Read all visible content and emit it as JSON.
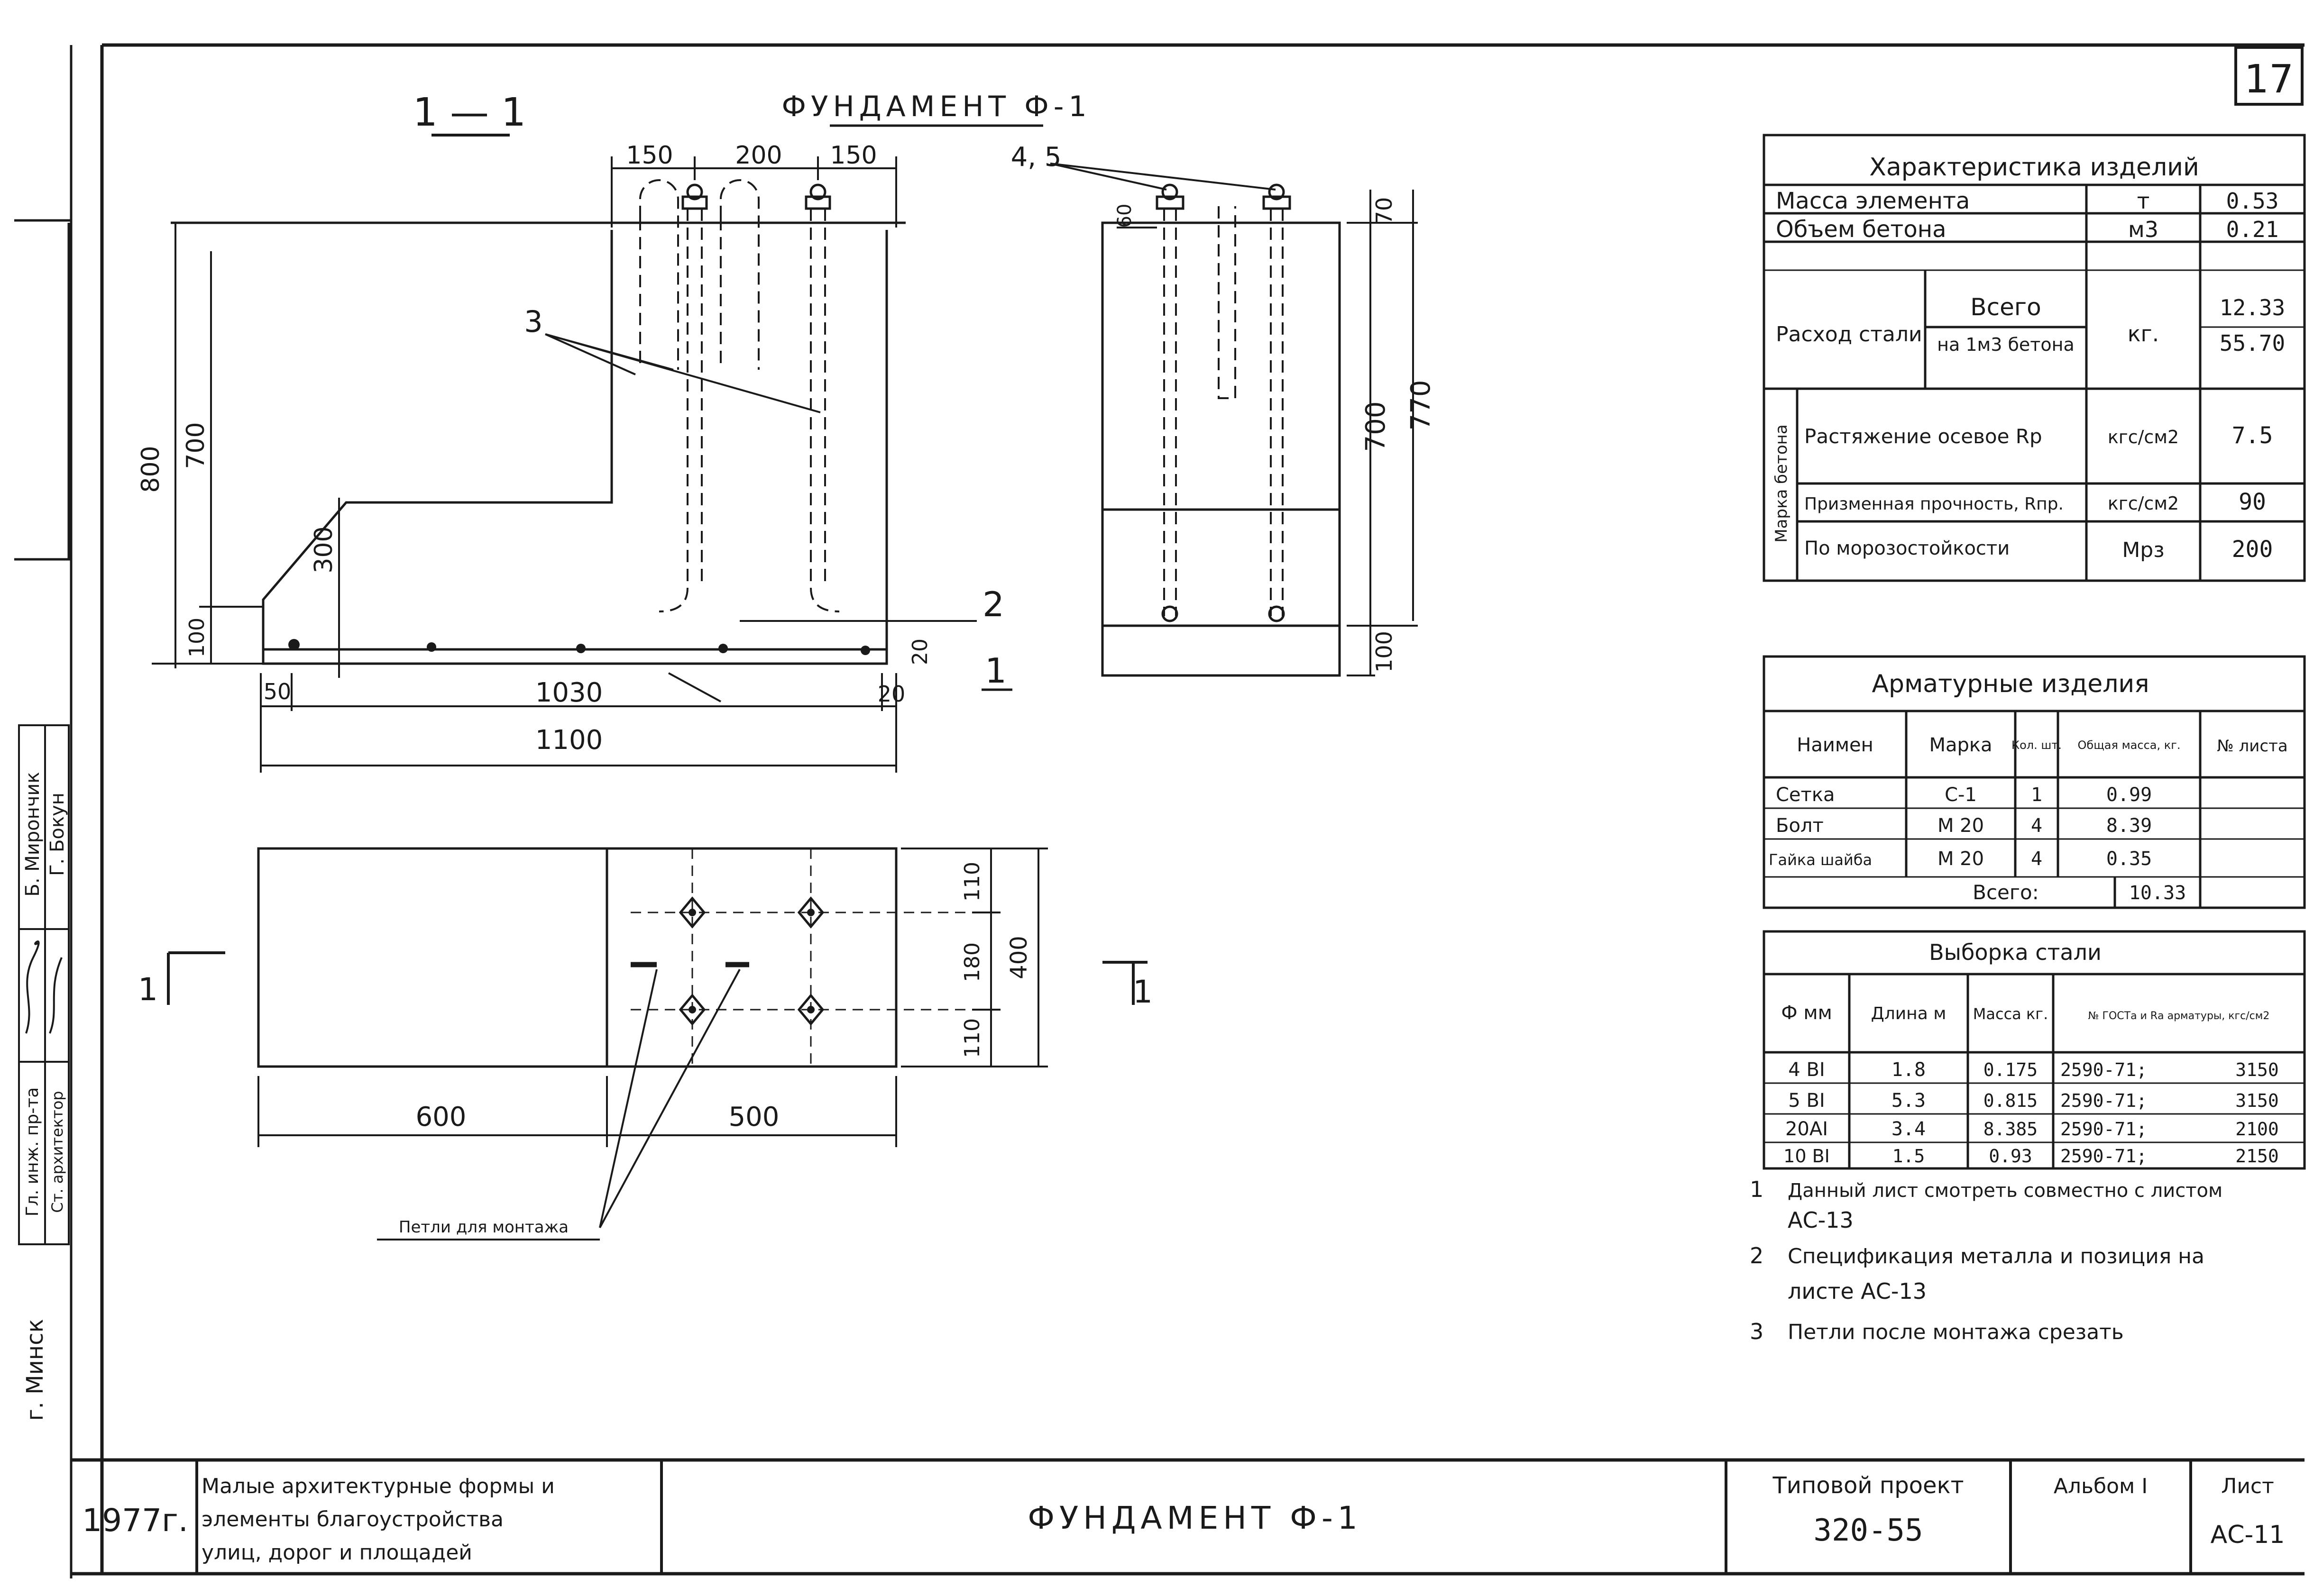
{
  "sheet": {
    "sheet_number": "17",
    "section_label": "1 — 1",
    "section_title": "ФУНДАМЕНТ Ф-1",
    "section_marks": [
      "1",
      "1"
    ]
  },
  "section_view": {
    "dims_top": [
      "150",
      "200",
      "150"
    ],
    "dims_left": [
      "800",
      "700",
      "300",
      "100"
    ],
    "dims_bottom": [
      "50",
      "1030",
      "20",
      "1100"
    ],
    "dim_right": "20",
    "leaders": [
      "3",
      "2",
      "1"
    ]
  },
  "side_view": {
    "leader": "4, 5",
    "dims": [
      "60",
      "70",
      "700",
      "770",
      "100"
    ]
  },
  "plan_view": {
    "dims_right": [
      "110",
      "180",
      "110",
      "400"
    ],
    "dims_bottom": [
      "600",
      "500"
    ],
    "loops_label": "Петли для монтажа",
    "cut_marks": [
      "1",
      "1"
    ]
  },
  "characteristics": {
    "title": "Характеристика изделий",
    "mass_label": "Масса элемента",
    "mass_unit": "т",
    "mass_value": "0.53",
    "volume_label": "Объем бетона",
    "volume_unit": "м3",
    "volume_value": "0.21",
    "steel_label": "Расход стали",
    "steel_total_label": "Всего",
    "steel_per_label": "на 1м3 бетона",
    "steel_unit": "кг.",
    "steel_total_value": "12.33",
    "steel_per_value": "55.70",
    "concrete_grade_label": "Марка бетона",
    "tension_label": "Растяжение осевое Rр",
    "tension_unit": "кгс/см2",
    "tension_value": "7.5",
    "prism_label": "Призменная прочность, Rпр.",
    "prism_unit": "кгс/см2",
    "prism_value": "90",
    "frost_label": "По морозостойкости",
    "frost_unit": "Мрз",
    "frost_value": "200"
  },
  "rebar_products": {
    "title": "Арматурные изделия",
    "headers": [
      "Наимен",
      "Марка",
      "Кол. шт.",
      "Общая масса, кг.",
      "№ листа"
    ],
    "rows": [
      [
        "Сетка",
        "С-1",
        "1",
        "0.99",
        ""
      ],
      [
        "Болт",
        "М 20",
        "4",
        "8.39",
        ""
      ],
      [
        "Гайка шайба",
        "М 20",
        "4",
        "0.35",
        ""
      ]
    ],
    "total_label": "Всего:",
    "total_value": "10.33"
  },
  "steel_selection": {
    "title": "Выборка стали",
    "headers": [
      "Ф мм",
      "Длина м",
      "Масса кг.",
      "№ ГОСТа и Rа арматуры, кгс/см2"
    ],
    "rows": [
      [
        "4 ВI",
        "1.8",
        "0.175",
        "2590-71;",
        "3150"
      ],
      [
        "5 ВI",
        "5.3",
        "0.815",
        "2590-71;",
        "3150"
      ],
      [
        "20АI",
        "3.4",
        "8.385",
        "2590-71;",
        "2100"
      ],
      [
        "10 ВI",
        "1.5",
        "0.93",
        "2590-71;",
        "2150"
      ]
    ]
  },
  "notes": [
    {
      "num": "1",
      "line1": "Данный лист смотреть совместно с листом",
      "line2": "АС-13"
    },
    {
      "num": "2",
      "line1": "Спецификация металла и позиция на",
      "line2": "листе АС-13"
    },
    {
      "num": "3",
      "line1": "Петли после монтажа срезать",
      "line2": ""
    }
  ],
  "side_stamp": {
    "city": "г. Минск",
    "roles": [
      "Гл. инж. пр-та",
      "Ст. архитектор"
    ],
    "names": [
      "Б. Мирончик",
      "Г. Бокун"
    ]
  },
  "title_block": {
    "year": "1977г.",
    "album_title_1": "Малые архитектурные формы и",
    "album_title_2": "элементы благоустройства",
    "album_title_3": "улиц, дорог и площадей",
    "drawing_title": "ФУНДАМЕНТ Ф-1",
    "project_label": "Типовой проект",
    "project_number": "320-55",
    "album": "Альбом I",
    "sheet_label": "Лист",
    "sheet_code": "АС-11"
  },
  "colors": {
    "ink": "#1a1a1a",
    "paper": "#ffffff"
  }
}
